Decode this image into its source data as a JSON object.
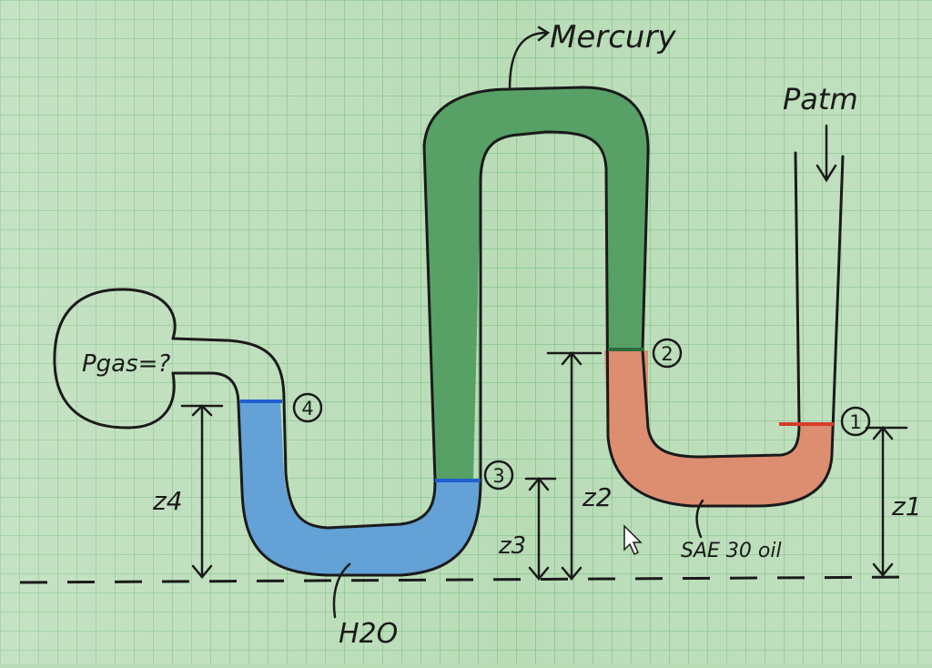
{
  "labels": {
    "mercury": "Mercury",
    "patm": "Patm",
    "pgas": "Pgas=?",
    "h2o": "H2O",
    "sae_oil": "SAE 30 oil",
    "z1": "z1",
    "z2": "z2",
    "z3": "z3",
    "z4": "z4"
  },
  "points": {
    "p1": "1",
    "p2": "2",
    "p3": "3",
    "p4": "4"
  },
  "colors": {
    "grid_bg": "#b9dcb7",
    "grid_line": "#6fb87a",
    "mercury": "#4e9a5d",
    "water": "#5b9bd8",
    "oil": "#e0876a",
    "outline": "#1a1a1a",
    "interface_water": "#1f5fd0",
    "interface_oil": "#d83a2a"
  }
}
